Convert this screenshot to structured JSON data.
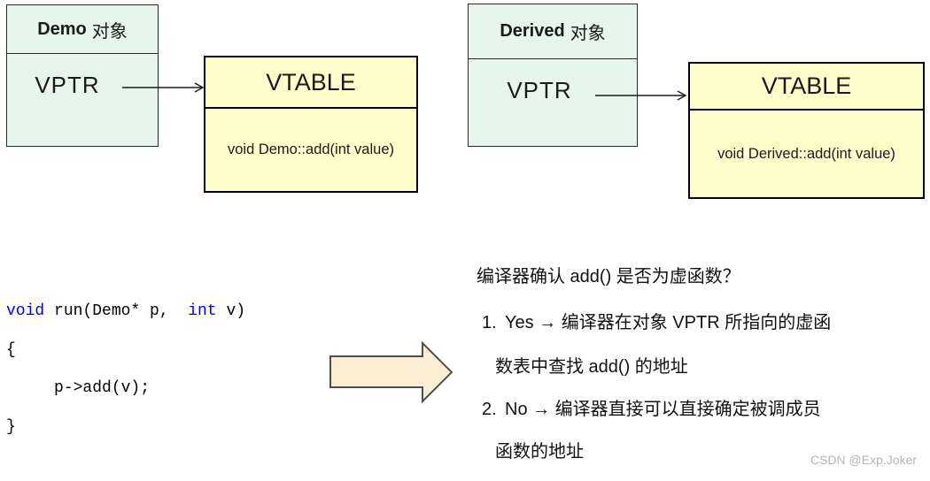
{
  "diagrams": [
    {
      "object_name": "Demo",
      "object_suffix": "对象",
      "pointer_label": "VPTR",
      "vtable_title": "VTABLE",
      "vtable_entry": "void Demo::add(int value)"
    },
    {
      "object_name": "Derived",
      "object_suffix": "对象",
      "pointer_label": "VPTR",
      "vtable_title": "VTABLE",
      "vtable_entry": "void Derived::add(int value)"
    }
  ],
  "code": {
    "lines": [
      [
        {
          "t": "void",
          "kw": true
        },
        {
          "t": " run(Demo* p,  ",
          "kw": false
        },
        {
          "t": "int",
          "kw": true
        },
        {
          "t": " v)",
          "kw": false
        }
      ],
      [
        {
          "t": "{",
          "kw": false
        }
      ],
      [
        {
          "t": "     p->add(v);",
          "kw": false
        }
      ],
      [
        {
          "t": "}",
          "kw": false
        }
      ]
    ]
  },
  "explanation": {
    "question": "编译器确认 add() 是否为虚函数？",
    "items": [
      {
        "num": "1.",
        "line1": "Yes → 编译器在对象 VPTR 所指向的虚函",
        "line2": "数表中查找 add() 的地址"
      },
      {
        "num": "2.",
        "line1": "No → 编译器直接可以直接确定被调成员",
        "line2": "函数的地址"
      }
    ]
  },
  "watermark": "CSDN @Exp.Joker",
  "colors": {
    "object_box_fill": "#e7f6ec",
    "vtable_fill": "#ffffcc",
    "block_arrow_fill": "#fbeed3",
    "keyword_blue": "#0000ee",
    "watermark_gray": "#b5b5b5"
  }
}
